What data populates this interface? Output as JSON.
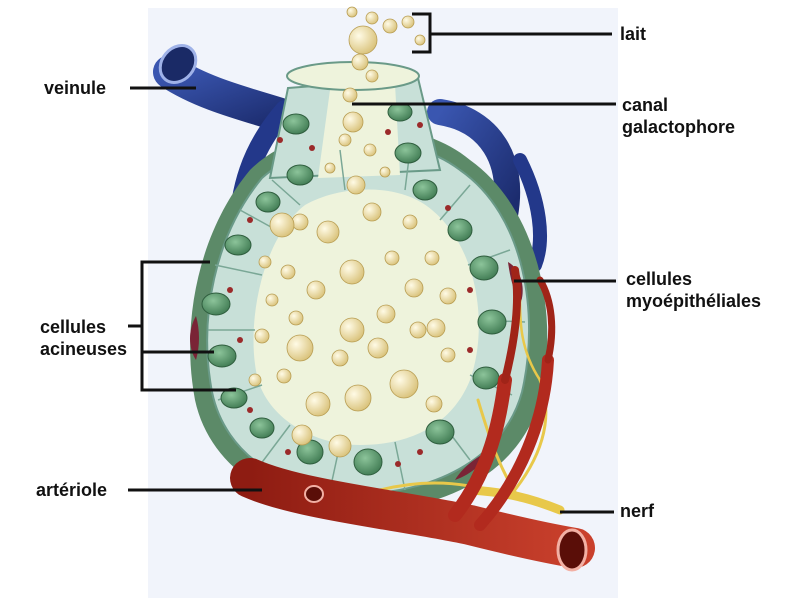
{
  "labels": {
    "lait": "lait",
    "veinule": "veinule",
    "canal_line1": "canal",
    "canal_line2": "galactophore",
    "myo_line1": "cellules",
    "myo_line2": "myoépithéliales",
    "acin_line1": "cellules",
    "acin_line2": "acineuses",
    "arteriole": "artériole",
    "nerf": "nerf"
  },
  "colors": {
    "lumen": "#eef3dc",
    "milk_droplet": "#f0e2a8",
    "cell": "#c8e0d8",
    "nucleus": "#5f9a72",
    "stroma": "#5c8a68",
    "vein": "#2a3f8f",
    "artery": "#b22a1e",
    "nerve": "#e8c84a",
    "leader_line": "#111111"
  }
}
